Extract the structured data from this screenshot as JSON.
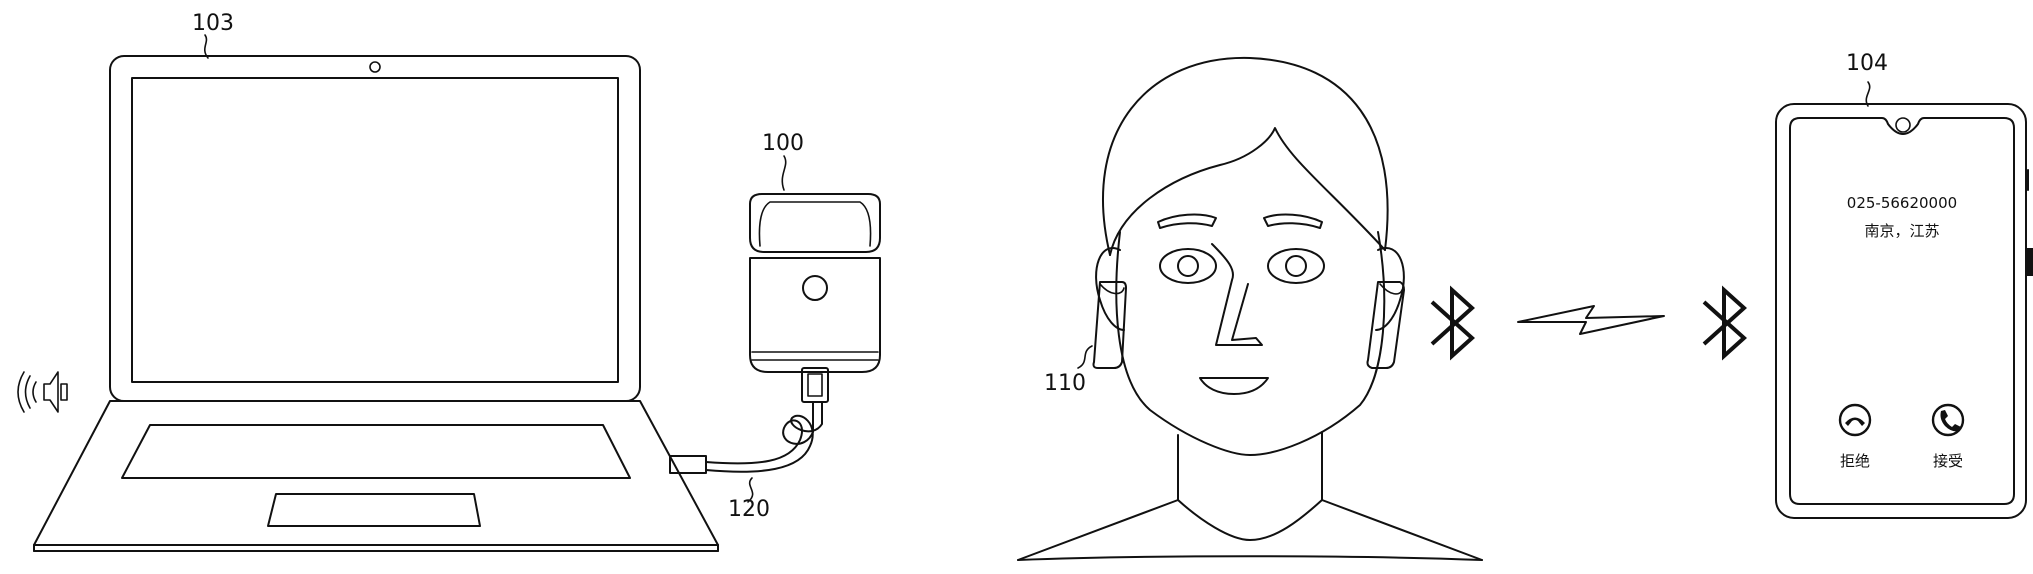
{
  "labels": {
    "laptop": "103",
    "earbud_case": "100",
    "cable": "120",
    "earbud": "110",
    "phone": "104"
  },
  "phone_screen": {
    "number": "025-56620000",
    "location": "南京，江苏",
    "reject_label": "拒绝",
    "accept_label": "接受"
  },
  "icons": {
    "speaker": "speaker-sound-icon",
    "bluetooth": "bluetooth-icon",
    "signal": "wireless-signal-icon",
    "reject": "phone-hangup-icon",
    "accept": "phone-answer-icon"
  }
}
